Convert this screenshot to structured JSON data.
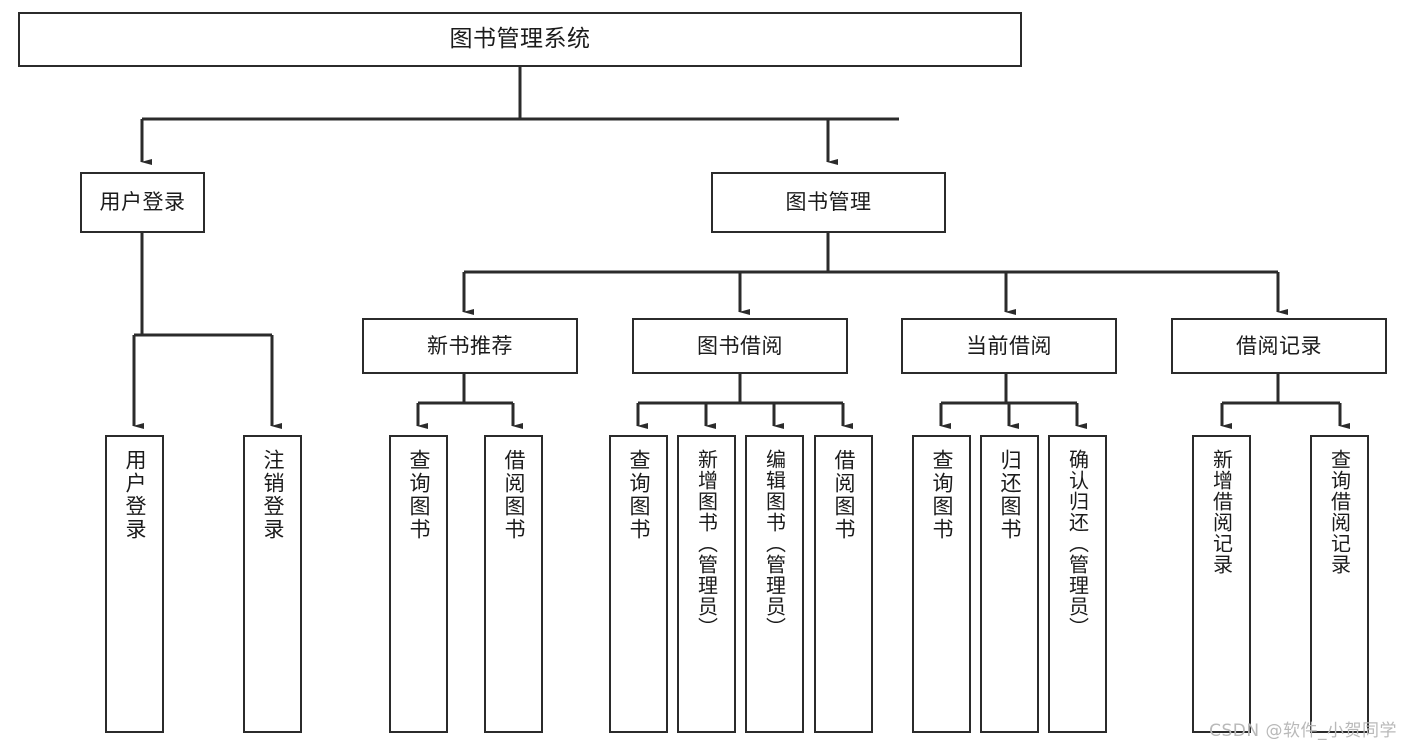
{
  "diagram": {
    "title": "图书管理系统",
    "type": "tree-hierarchy",
    "orientation": "top-down",
    "colors": {
      "box_border": "#2b2b2b",
      "box_fill": "#ffffff",
      "edge": "#2b2b2b",
      "text": "#1b1b1b",
      "watermark": "#b9b9b9",
      "background": "#ffffff"
    },
    "nodes": {
      "root": {
        "label": "图书管理系统"
      },
      "level1": [
        {
          "id": "user-login",
          "label": "用户登录"
        },
        {
          "id": "book-management",
          "label": "图书管理"
        }
      ],
      "level2": [
        {
          "id": "new-book-recommend",
          "label": "新书推荐"
        },
        {
          "id": "book-borrow",
          "label": "图书借阅"
        },
        {
          "id": "current-borrow",
          "label": "当前借阅"
        },
        {
          "id": "borrow-record",
          "label": "借阅记录"
        }
      ],
      "leaves": {
        "user-login": [
          {
            "id": "leaf-user-login",
            "label": "用户登录"
          },
          {
            "id": "leaf-logout-login",
            "label": "注销登录"
          }
        ],
        "new-book-recommend": [
          {
            "id": "leaf-query-book-1",
            "label": "查询图书"
          },
          {
            "id": "leaf-borrow-book-1",
            "label": "借阅图书"
          }
        ],
        "book-borrow": [
          {
            "id": "leaf-query-book-2",
            "label": "查询图书"
          },
          {
            "id": "leaf-add-book-admin",
            "label": "新增图书（管理员）"
          },
          {
            "id": "leaf-edit-book-admin",
            "label": "编辑图书（管理员）"
          },
          {
            "id": "leaf-borrow-book-2",
            "label": "借阅图书"
          }
        ],
        "current-borrow": [
          {
            "id": "leaf-query-book-3",
            "label": "查询图书"
          },
          {
            "id": "leaf-return-book",
            "label": "归还图书"
          },
          {
            "id": "leaf-confirm-return-admin",
            "label": "确认归还（管理员）"
          }
        ],
        "borrow-record": [
          {
            "id": "leaf-add-borrow-record",
            "label": "新增借阅记录"
          },
          {
            "id": "leaf-query-borrow-record",
            "label": "查询借阅记录"
          }
        ]
      }
    },
    "watermark": "CSDN @软件_小贺同学"
  }
}
